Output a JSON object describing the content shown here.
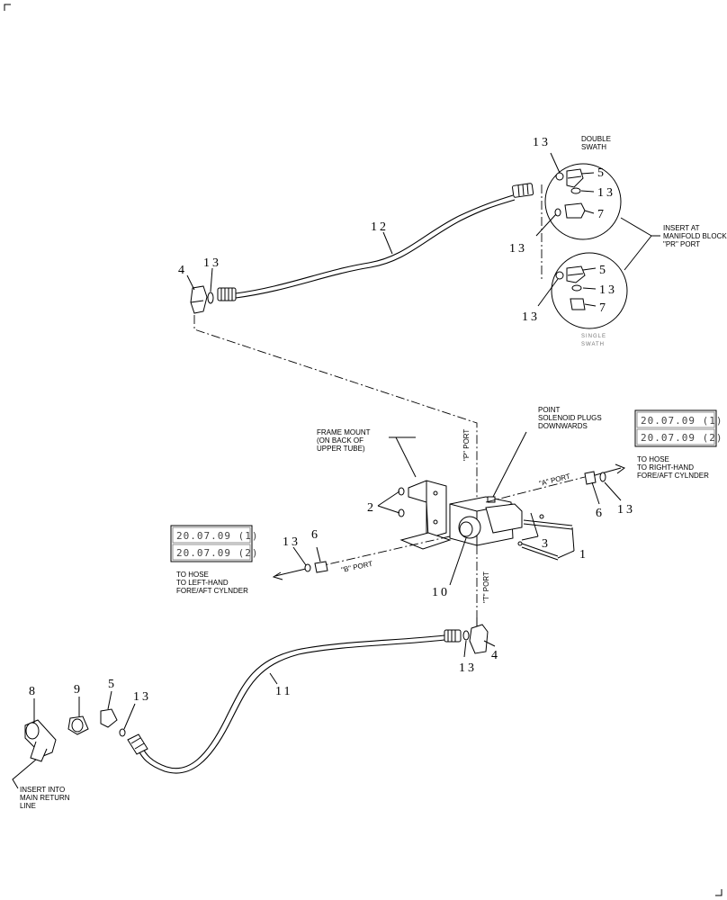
{
  "labels": {
    "double_swath": [
      "DOUBLE",
      "SWATH"
    ],
    "single_swath": [
      "SINGLE",
      "SWATH"
    ],
    "insert_manifold": [
      "INSERT AT",
      "MANIFOLD BLOCK",
      "\"PR\" PORT"
    ],
    "point_solenoid": [
      "POINT",
      "SOLENOID PLUGS",
      "DOWNWARDS"
    ],
    "frame_mount": [
      "FRAME MOUNT",
      "(ON BACK OF",
      "UPPER TUBE)"
    ],
    "p_port": "\"P\" PORT",
    "a_port": "\"A\" PORT",
    "b_port": "\"B\" PORT",
    "t_port": "\"T\" PORT",
    "to_hose_right": [
      "TO HOSE",
      "TO RIGHT-HAND",
      "FORE/AFT CYLNDER"
    ],
    "to_hose_left": [
      "TO HOSE",
      "TO LEFT-HAND",
      "FORE/AFT CYLNDER"
    ],
    "insert_return": [
      "INSERT INTO",
      "MAIN RETURN",
      "LINE"
    ]
  },
  "references": {
    "right": [
      "20.07.09 (1)",
      "20.07.09 (2)"
    ],
    "left": [
      "20.07.09 (1)",
      "20.07.09 (2)"
    ]
  },
  "callouts": {
    "c13_top": "13",
    "c5_top": "5",
    "c13_mid_top": "13",
    "c7_top": "7",
    "c13_top_left": "13",
    "c5_bot": "5",
    "c13_mid_bot": "13",
    "c7_bot": "7",
    "c13_bot_left": "13",
    "c12": "12",
    "c4_top": "4",
    "c13_upper_left": "13",
    "c2": "2",
    "c3": "3",
    "c1": "1",
    "c6_right": "6",
    "c13_right": "13",
    "c13_left": "13",
    "c6_left": "6",
    "c10": "10",
    "c4_bottom": "4",
    "c13_bottom": "13",
    "c11": "11",
    "c8": "8",
    "c9": "9",
    "c5_lower": "5",
    "c13_lower": "13"
  }
}
